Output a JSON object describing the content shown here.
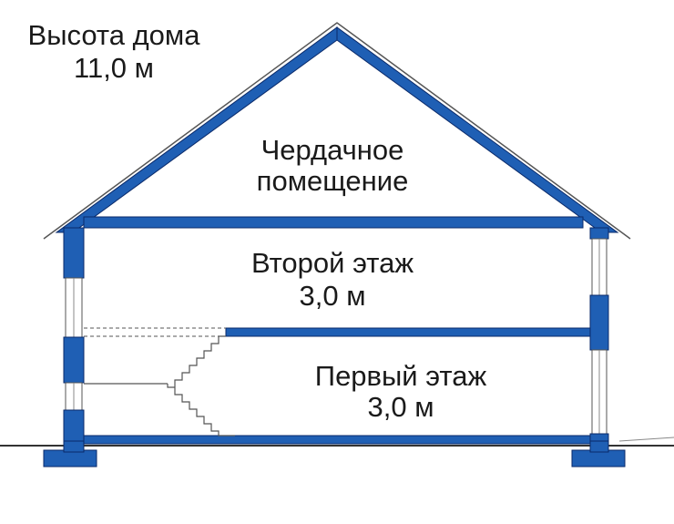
{
  "house_height": {
    "label": "Высота дома",
    "value": "11,0 м"
  },
  "attic": {
    "line1": "Чердачное",
    "line2": "помещение"
  },
  "second_floor": {
    "label": "Второй этаж",
    "height": "3,0 м"
  },
  "first_floor": {
    "label": "Первый этаж",
    "height": "3,0 м"
  },
  "colors": {
    "structure": "#1f5fb4",
    "outline": "#0a2a6a",
    "text": "#1a1a1a"
  }
}
